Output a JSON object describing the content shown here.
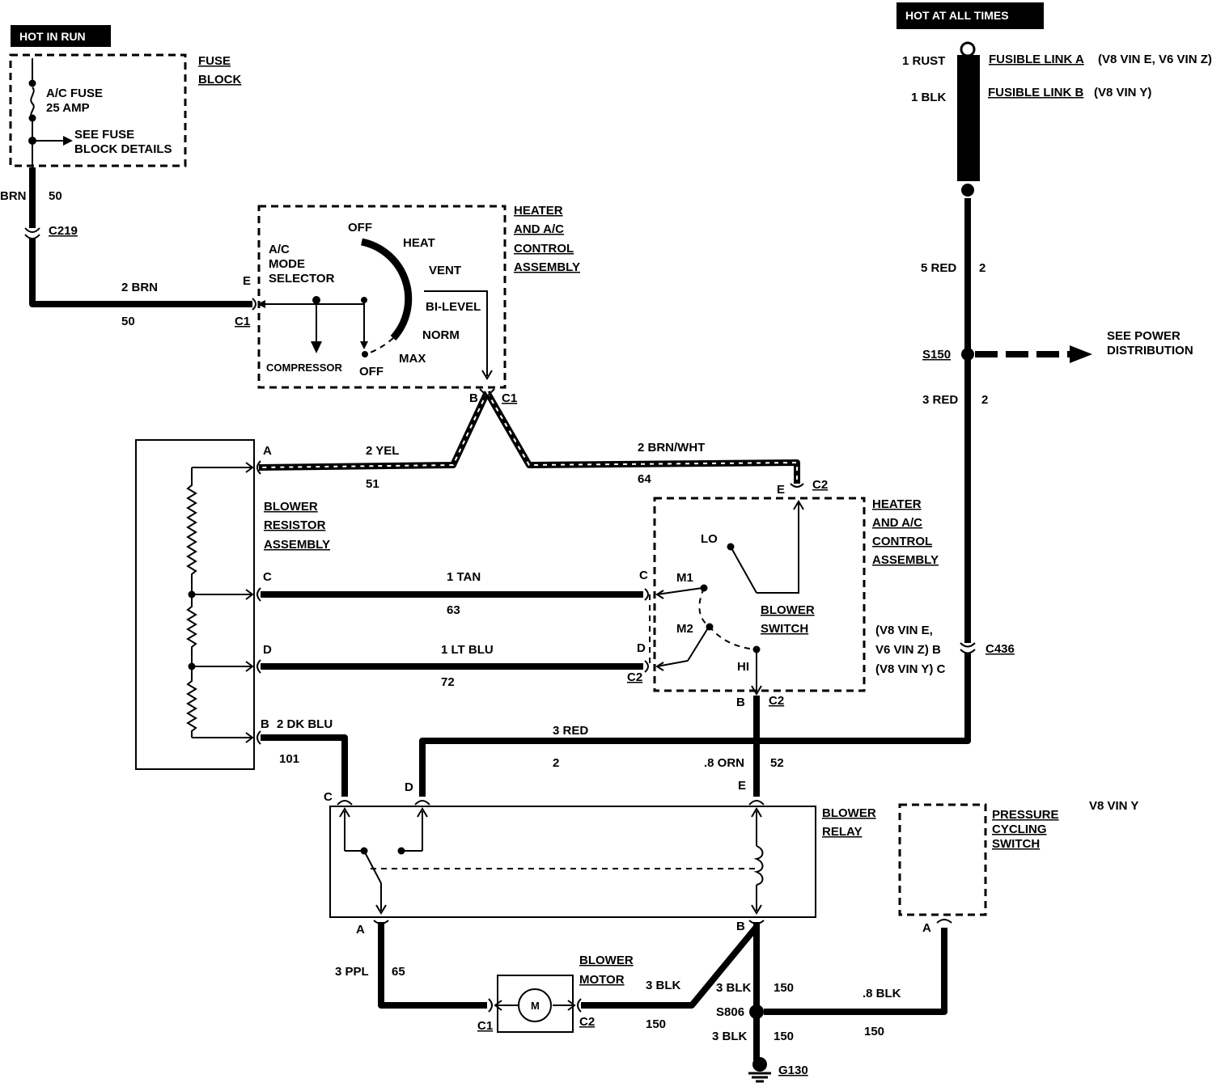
{
  "power": {
    "hot_in_run": "HOT IN RUN",
    "hot_at_all_times": "HOT AT ALL TIMES"
  },
  "fuse_block": {
    "title_line1": "FUSE",
    "title_line2": "BLOCK",
    "fuse_line1": "A/C FUSE",
    "fuse_line2": "25 AMP",
    "details_line1": "SEE FUSE",
    "details_line2": "BLOCK DETAILS"
  },
  "fusible_links": {
    "a_wire": "1 RUST",
    "a_name": "FUSIBLE LINK A",
    "a_note": "(V8 VIN E, V6 VIN Z)",
    "b_wire": "1 BLK",
    "b_name": "FUSIBLE LINK B",
    "b_note": "(V8 VIN Y)"
  },
  "control_assembly": {
    "title": [
      "HEATER",
      "AND A/C",
      "CONTROL",
      "ASSEMBLY"
    ],
    "mode_selector": [
      "A/C",
      "MODE",
      "SELECTOR"
    ],
    "positions": {
      "off_top": "OFF",
      "heat": "HEAT",
      "vent": "VENT",
      "bi_level": "BI-LEVEL",
      "norm": "NORM",
      "max": "MAX",
      "off_bottom": "OFF"
    },
    "compressor": "COMPRESSOR"
  },
  "blower_switch": {
    "title": [
      "HEATER",
      "AND A/C",
      "CONTROL",
      "ASSEMBLY"
    ],
    "label": [
      "BLOWER",
      "SWITCH"
    ],
    "lo": "LO",
    "m1": "M1",
    "m2": "M2",
    "hi": "HI"
  },
  "resistor": {
    "title": [
      "BLOWER",
      "RESISTOR",
      "ASSEMBLY"
    ]
  },
  "blower_relay": {
    "title": [
      "BLOWER",
      "RELAY"
    ]
  },
  "blower_motor": {
    "title": [
      "BLOWER",
      "MOTOR"
    ],
    "symbol": "M"
  },
  "pressure_switch": {
    "title": [
      "PRESSURE",
      "CYCLING",
      "SWITCH"
    ],
    "note": "V8 VIN Y"
  },
  "power_distribution": [
    "SEE POWER",
    "DISTRIBUTION"
  ],
  "c436_note": [
    "(V8 VIN E,",
    "V6 VIN Z) B",
    "(V8 VIN Y) C"
  ],
  "wires": {
    "brn_top": {
      "color": "BRN",
      "circuit": "50"
    },
    "brn2": {
      "color": "2 BRN",
      "circuit": "50"
    },
    "yel": {
      "color": "2 YEL",
      "circuit": "51"
    },
    "brnwht": {
      "color": "2 BRN/WHT",
      "circuit": "64"
    },
    "tan": {
      "color": "1 TAN",
      "circuit": "63"
    },
    "ltblu": {
      "color": "1 LT BLU",
      "circuit": "72"
    },
    "dkblu": {
      "color": "2 DK BLU",
      "circuit": "101"
    },
    "red3": {
      "color": "3 RED",
      "circuit": "2"
    },
    "orn": {
      "color": ".8 ORN",
      "circuit": "52"
    },
    "red5": {
      "color": "5 RED",
      "circuit": "2"
    },
    "red3_lower": {
      "color": "3 RED",
      "circuit": "2"
    },
    "ppl": {
      "color": "3 PPL",
      "circuit": "65"
    },
    "blk_motor": {
      "color": "3 BLK",
      "circuit": "150"
    },
    "blk_relay": {
      "color": "3 BLK",
      "circuit": "150"
    },
    "blk_ground": {
      "color": "3 BLK",
      "circuit": "150"
    },
    "blk_switch": {
      "color": ".8 BLK",
      "circuit": "150"
    }
  },
  "connectors": {
    "c219": "C219",
    "c1": "C1",
    "c2": "C2",
    "c436": "C436",
    "s150": "S150",
    "s806": "S806",
    "g130": "G130"
  },
  "pins": {
    "a": "A",
    "b": "B",
    "c": "C",
    "d": "D",
    "e": "E"
  }
}
